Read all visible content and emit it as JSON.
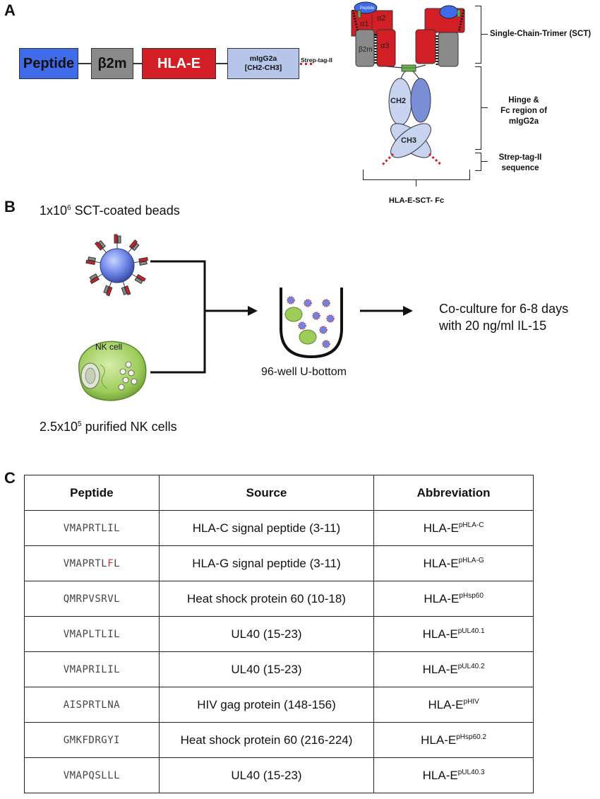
{
  "panel_a": {
    "letter": "A",
    "construct_boxes": [
      {
        "label": "Peptide",
        "color": "#3f6be8"
      },
      {
        "label": "β2m",
        "color": "#8a8a8a"
      },
      {
        "label": "HLA-E",
        "color": "#d21f26"
      },
      {
        "label_line1": "mIgG2a",
        "label_line2": "[CH2-CH3]",
        "color": "#b6c6ea"
      }
    ],
    "strep_tag_label": "Strep-tag-II",
    "structure_labels": {
      "peptide": "Peptide",
      "alpha1": "α1",
      "alpha2": "α2",
      "alpha3": "α3",
      "b2m": "β2m",
      "ch2": "CH2",
      "ch3": "CH3"
    },
    "side_labels": {
      "sct": "Single-Chain-Trimer (SCT)",
      "hinge_line1": "Hinge &",
      "hinge_line2": "Fc region of",
      "hinge_line3": "mIgG2a",
      "strep_line1": "Strep-tag-II",
      "strep_line2": "sequence"
    },
    "bottom_label": "HLA-E-SCT- Fc"
  },
  "panel_b": {
    "letter": "B",
    "beads_prefix": "1x10",
    "beads_exp": "6",
    "beads_suffix": " SCT-coated beads",
    "nk_prefix": "2.5x10",
    "nk_exp": "5",
    "nk_suffix": " purified NK cells",
    "nk_cell_label": "NK cell",
    "well_label": "96-well U-bottom",
    "coculture_line1": "Co-culture for 6-8 days",
    "coculture_line2": "with 20 ng/ml IL-15"
  },
  "panel_c": {
    "letter": "C",
    "headers": [
      "Peptide",
      "Source",
      "Abbreviation"
    ],
    "rows": [
      {
        "seq_a": "VMAPRTLIL",
        "seq_hl": "",
        "seq_b": "",
        "source": "HLA-C signal peptide (3-11)",
        "abbr_base": "HLA-E",
        "abbr_sup": "pHLA-C"
      },
      {
        "seq_a": "VMAPRTL",
        "seq_hl": "F",
        "seq_b": "L",
        "source": "HLA-G signal peptide (3-11)",
        "abbr_base": "HLA-E",
        "abbr_sup": "pHLA-G"
      },
      {
        "seq_a": "QMRPVSRVL",
        "seq_hl": "",
        "seq_b": "",
        "source": "Heat shock protein 60 (10-18)",
        "abbr_base": "HLA-E",
        "abbr_sup": "pHsp60"
      },
      {
        "seq_a": "VMAPLTLIL",
        "seq_hl": "",
        "seq_b": "",
        "source": "UL40 (15-23)",
        "abbr_base": "HLA-E",
        "abbr_sup": "pUL40.1"
      },
      {
        "seq_a": "VMAPRILIL",
        "seq_hl": "",
        "seq_b": "",
        "source": "UL40 (15-23)",
        "abbr_base": "HLA-E",
        "abbr_sup": "pUL40.2"
      },
      {
        "seq_a": "AISPRTLNA",
        "seq_hl": "",
        "seq_b": "",
        "source": "HIV gag protein (148-156)",
        "abbr_base": "HLA-E",
        "abbr_sup": "pHIV"
      },
      {
        "seq_a": "GMKFDRGYI",
        "seq_hl": "",
        "seq_b": "",
        "source": "Heat shock protein 60 (216-224)",
        "abbr_base": "HLA-E",
        "abbr_sup": "pHsp60.2"
      },
      {
        "seq_a": "VMAPQSLLL",
        "seq_hl": "",
        "seq_b": "",
        "source": "UL40 (15-23)",
        "abbr_base": "HLA-E",
        "abbr_sup": "pUL40.3"
      }
    ]
  }
}
